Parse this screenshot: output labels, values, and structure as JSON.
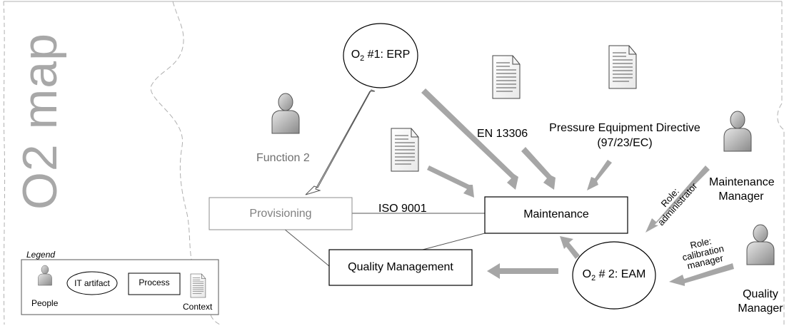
{
  "map_title": "O2 map",
  "people": {
    "function2": "Function 2",
    "maintenance_manager": [
      "Maintenance",
      "Manager"
    ],
    "quality_manager": [
      "Quality",
      "Manager"
    ]
  },
  "it_artifacts": {
    "erp": {
      "prefix": "O",
      "sub": "2",
      "suffix": " #1: ERP"
    },
    "eam": {
      "prefix": "O",
      "sub": "2",
      "suffix": " # 2: EAM"
    }
  },
  "processes": {
    "provisioning": "Provisioning",
    "maintenance": "Maintenance",
    "quality_management": "Quality Management"
  },
  "context": {
    "iso": "ISO 9001",
    "en": "EN 13306",
    "ped": [
      "Pressure Equipment Directive",
      "(97/23/EC)"
    ]
  },
  "roles": {
    "administrator": [
      "Role:",
      "administrator"
    ],
    "calibration": [
      "Role:",
      "calibration",
      "manager"
    ]
  },
  "legend": {
    "title": "Legend",
    "people": "People",
    "it_artifact": "IT artifact",
    "process": "Process",
    "context": "Context"
  },
  "colors": {
    "thick_arrow": "#a6a6a6",
    "title_gray": "#a8a8a8",
    "provisioning_border": "#8c8c8c"
  }
}
